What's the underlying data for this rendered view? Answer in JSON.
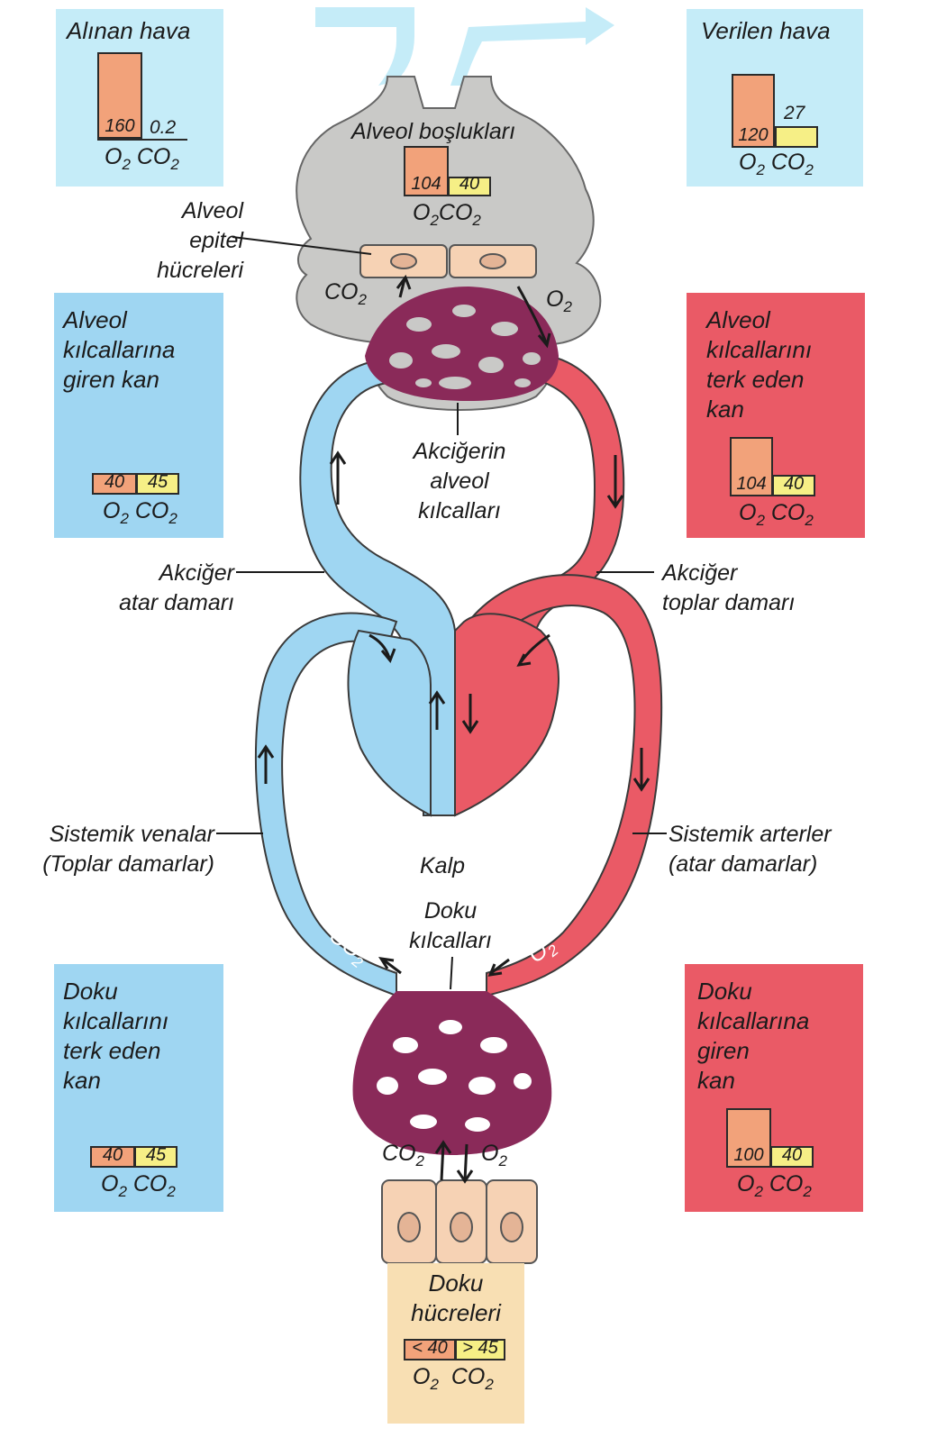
{
  "alinan_hava": {
    "title": "Alınan hava",
    "o2": "160",
    "co2": "0.2",
    "o2_pct": 100,
    "co2_pct": 0.13
  },
  "verilen_hava": {
    "title": "Verilen hava",
    "o2": "120",
    "co2": "27",
    "o2_pct": 100,
    "co2_pct": 22.5
  },
  "alveol_bosluklari": {
    "title": "Alveol boşlukları",
    "o2": "104",
    "co2": "40",
    "o2_pct": 100,
    "co2_pct": 38.5
  },
  "alveol_giren": {
    "title_lines": [
      "Alveol",
      "kılcallarına",
      "giren kan"
    ],
    "o2": "40",
    "co2": "45"
  },
  "alveol_terk": {
    "title_lines": [
      "Alveol",
      "kılcallarını",
      "terk eden",
      "kan"
    ],
    "o2": "104",
    "co2": "40",
    "o2_pct": 100,
    "co2_pct": 38.5
  },
  "doku_terk": {
    "title_lines": [
      "Doku",
      "kılcallarını",
      "terk eden",
      "kan"
    ],
    "o2": "40",
    "co2": "45"
  },
  "doku_giren": {
    "title_lines": [
      "Doku",
      "kılcallarına",
      "giren",
      "kan"
    ],
    "o2": "100",
    "co2": "40",
    "o2_pct": 100,
    "co2_pct": 40
  },
  "doku_hucreleri": {
    "title_lines": [
      "Doku",
      "hücreleri"
    ],
    "o2": "< 40",
    "co2": "> 45"
  },
  "labels": {
    "alveol_epitel": [
      "Alveol",
      "epitel",
      "hücreleri"
    ],
    "akcigerin_alveol": [
      "Akciğerin",
      "alveol",
      "kılcalları"
    ],
    "akciger_atar": [
      "Akciğer",
      "atar damarı"
    ],
    "akciger_toplar": [
      "Akciğer",
      "toplar damarı"
    ],
    "sistemik_venalar": [
      "Sistemik venalar",
      "(Toplar damarlar)"
    ],
    "sistemik_arterler": [
      "Sistemik arterler",
      "(atar damarlar)"
    ],
    "kalp": "Kalp",
    "doku_kilcallari": [
      "Doku",
      "kılcalları"
    ],
    "o2_sym": "O",
    "co2_sym": "CO",
    "sub2": "2"
  },
  "colors": {
    "venous_blue": "#9fd6f2",
    "arterial_red": "#ea5a66",
    "capillary_purple": "#8a2a59",
    "alveolus_gray": "#c9c9c7",
    "bar_o2": "#f2a27a",
    "bar_co2": "#f6ef86"
  }
}
